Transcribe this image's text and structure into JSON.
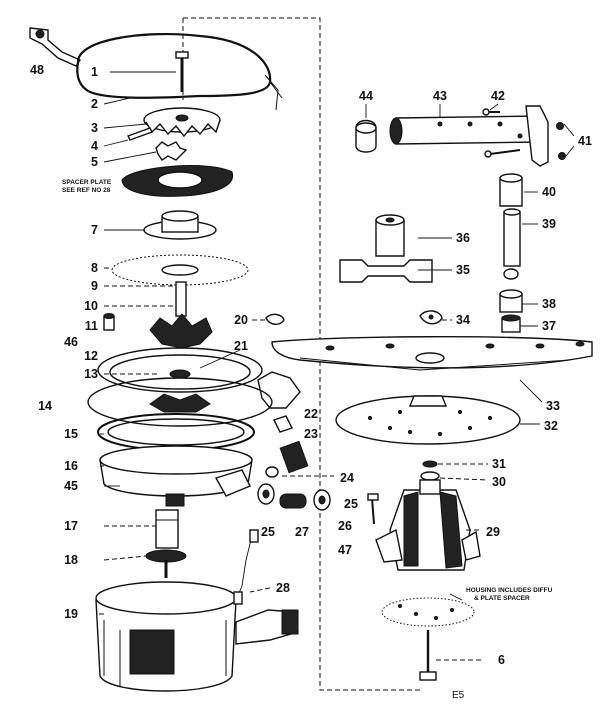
{
  "diagram": {
    "callouts": {
      "c1": "1",
      "c2": "2",
      "c3": "3",
      "c4": "4",
      "c5": "5",
      "c6": "6",
      "c7": "7",
      "c8": "8",
      "c9": "9",
      "c10": "10",
      "c11": "11",
      "c12": "12",
      "c13": "13",
      "c14": "14",
      "c15": "15",
      "c16": "16",
      "c17": "17",
      "c18": "18",
      "c19": "19",
      "c20": "20",
      "c21": "21",
      "c22": "22",
      "c23": "23",
      "c24": "24",
      "c25a": "25",
      "c25b": "25",
      "c26": "26",
      "c27": "27",
      "c28": "28",
      "c29": "29",
      "c30": "30",
      "c31": "31",
      "c32": "32",
      "c33": "33",
      "c34": "34",
      "c35": "35",
      "c36": "36",
      "c37": "37",
      "c38": "38",
      "c39": "39",
      "c40": "40",
      "c41": "41",
      "c42": "42",
      "c43": "43",
      "c44": "44",
      "c45": "45",
      "c46": "46",
      "c47": "47",
      "c48": "48"
    },
    "notes": {
      "spacer_line1": "SPACER PLATE",
      "spacer_line2": "SEE REF NO 28",
      "housing_line1": "HOUSING INCLUDES DIFFU",
      "housing_line2": "& PLATE SPACER"
    },
    "page_code": "E5"
  }
}
